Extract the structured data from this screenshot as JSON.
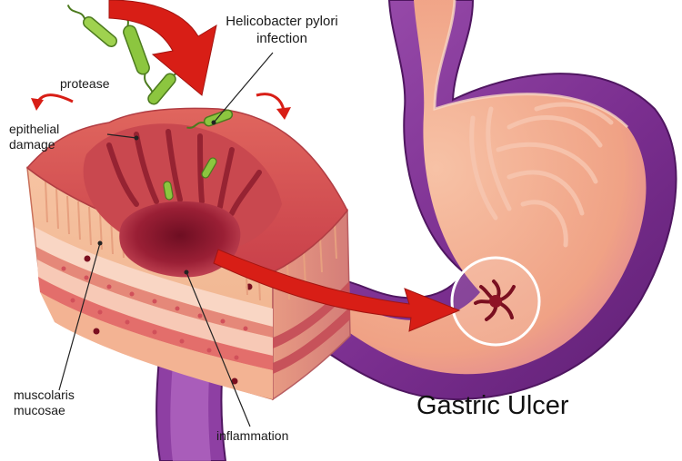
{
  "labels": {
    "helicobacter": "Helicobacter pylori infection",
    "protease": "protease",
    "epithelial": "epithelial damage",
    "muscularis": "muscolaris mucosae",
    "inflammation": "inflammation",
    "title": "Gastric Ulcer"
  },
  "colors": {
    "stomach_outer": "#7a2e8f",
    "stomach_inner": "#f2a88a",
    "tissue": "#f2b28e",
    "ulcer": "#a8243a",
    "arrow": "#d81e16",
    "bacteria": "#8cc63f"
  },
  "icons": {
    "ulcer_marker": "star-ulcer-icon",
    "bacterium": "rod-bacterium-icon"
  }
}
